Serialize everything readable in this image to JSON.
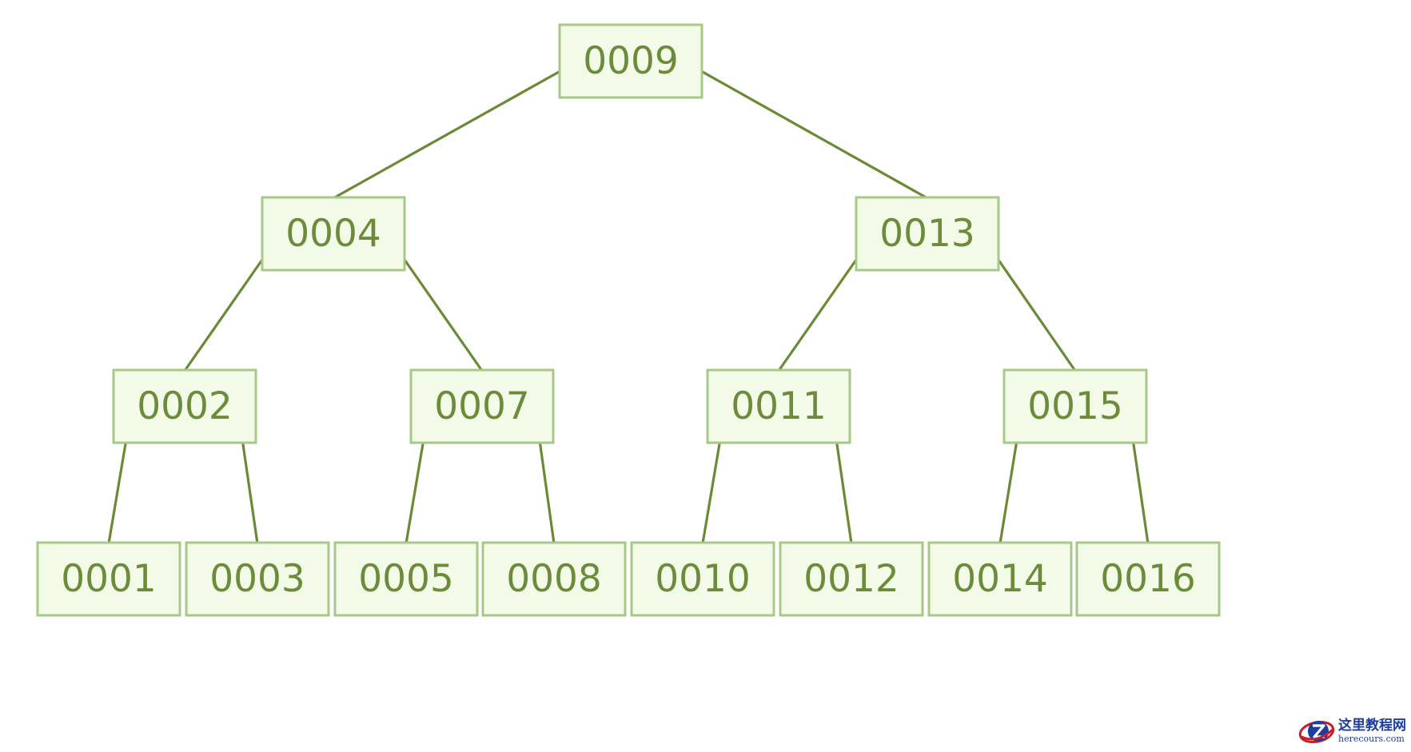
{
  "tree": {
    "edge_color": "#6b8a35",
    "node_fill": "#f3fbe8",
    "node_border": "#a7c887",
    "text_color": "#6c8c3c",
    "nodes": [
      {
        "id": "n9",
        "label": "0009"
      },
      {
        "id": "n4",
        "label": "0004"
      },
      {
        "id": "n13",
        "label": "0013"
      },
      {
        "id": "n2",
        "label": "0002"
      },
      {
        "id": "n7",
        "label": "0007"
      },
      {
        "id": "n11",
        "label": "0011"
      },
      {
        "id": "n15",
        "label": "0015"
      },
      {
        "id": "n1",
        "label": "0001"
      },
      {
        "id": "n3",
        "label": "0003"
      },
      {
        "id": "n5",
        "label": "0005"
      },
      {
        "id": "n8",
        "label": "0008"
      },
      {
        "id": "n10",
        "label": "0010"
      },
      {
        "id": "n12",
        "label": "0012"
      },
      {
        "id": "n14",
        "label": "0014"
      },
      {
        "id": "n16",
        "label": "0016"
      }
    ],
    "edges": [
      {
        "from": "n9",
        "to": "n4"
      },
      {
        "from": "n9",
        "to": "n13"
      },
      {
        "from": "n4",
        "to": "n2"
      },
      {
        "from": "n4",
        "to": "n7"
      },
      {
        "from": "n13",
        "to": "n11"
      },
      {
        "from": "n13",
        "to": "n15"
      },
      {
        "from": "n2",
        "to": "n1"
      },
      {
        "from": "n2",
        "to": "n3"
      },
      {
        "from": "n7",
        "to": "n5"
      },
      {
        "from": "n7",
        "to": "n8"
      },
      {
        "from": "n11",
        "to": "n10"
      },
      {
        "from": "n11",
        "to": "n12"
      },
      {
        "from": "n15",
        "to": "n14"
      },
      {
        "from": "n15",
        "to": "n16"
      }
    ]
  },
  "watermark": {
    "chinese": "这里教程网",
    "english": "herecours.com",
    "brand_color": "#1d3e9c",
    "accent_color": "#c8202a",
    "icon": "globe-z-logo-icon"
  }
}
